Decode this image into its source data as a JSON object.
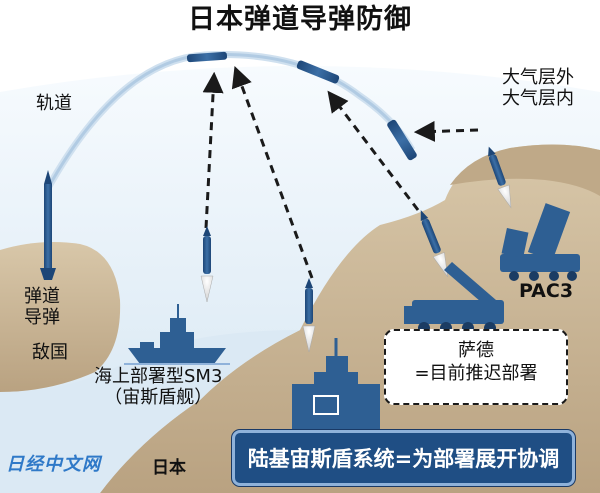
{
  "title": "日本弹道导弹防御",
  "labels": {
    "orbit": "轨道",
    "atmosphere": "大气层外\n大气层内",
    "enemy_missile": "弹道\n导弹",
    "enemy_country": "敌国",
    "sm3": "海上部署型SM3\n（宙斯盾舰）",
    "pac3": "PAC3",
    "thaad": "萨德\n=目前推迟部署",
    "aegis_ashore": "陆基宙斯盾系统=为部署展开协调",
    "japan": "日本",
    "watermark": "日经中文网"
  },
  "colors": {
    "land": "#c9b596",
    "sky": "#d7e7f3",
    "equipment": "#2e5f93",
    "aegis_box": "#1f4e84"
  }
}
